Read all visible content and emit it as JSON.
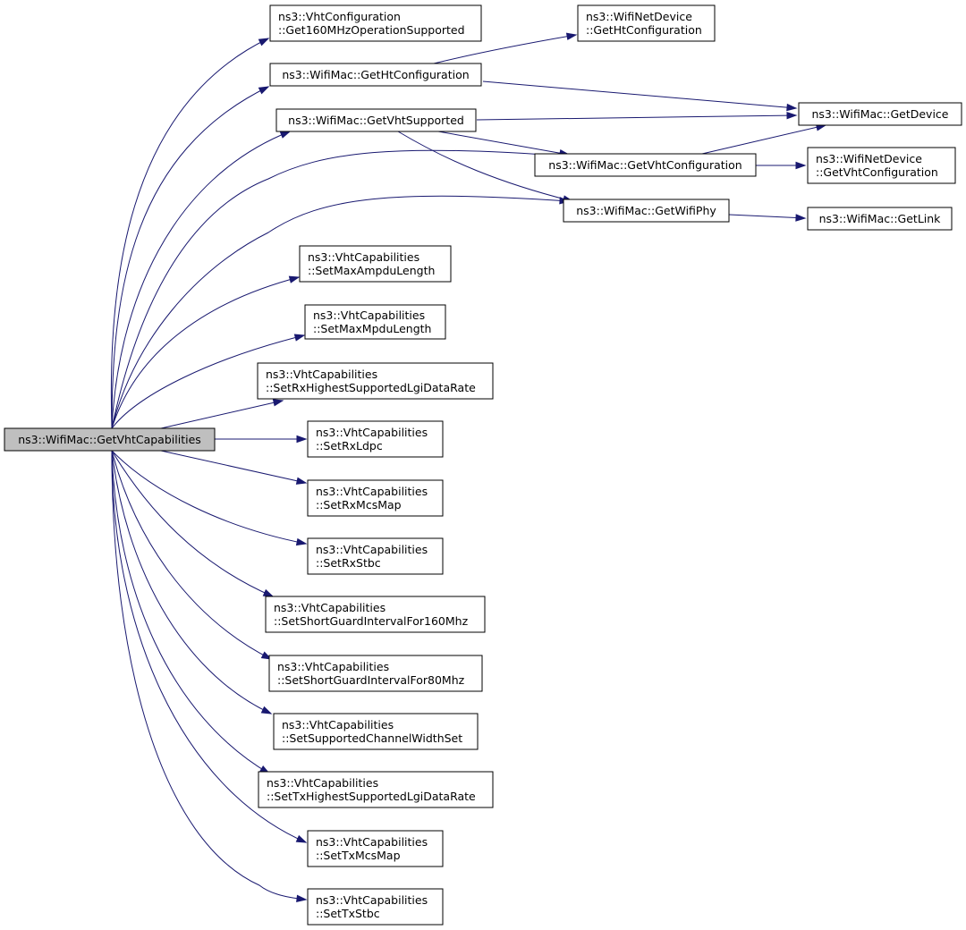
{
  "graph": {
    "root": "ns3::WifiMac::GetVhtCapabilities",
    "nodes": {
      "root": {
        "lines": [
          "ns3::WifiMac::GetVhtCapabilities"
        ]
      },
      "vhtcfg160": {
        "lines": [
          "ns3::VhtConfiguration",
          "::Get160MHzOperationSupported"
        ]
      },
      "getHtConf": {
        "lines": [
          "ns3::WifiMac::GetHtConfiguration"
        ]
      },
      "getVhtSup": {
        "lines": [
          "ns3::WifiMac::GetVhtSupported"
        ]
      },
      "getVhtConf": {
        "lines": [
          "ns3::WifiMac::GetVhtConfiguration"
        ]
      },
      "getWifiPhy": {
        "lines": [
          "ns3::WifiMac::GetWifiPhy"
        ]
      },
      "netdevHt": {
        "lines": [
          "ns3::WifiNetDevice",
          "::GetHtConfiguration"
        ]
      },
      "getDevice": {
        "lines": [
          "ns3::WifiMac::GetDevice"
        ]
      },
      "netdevVht": {
        "lines": [
          "ns3::WifiNetDevice",
          "::GetVhtConfiguration"
        ]
      },
      "getLink": {
        "lines": [
          "ns3::WifiMac::GetLink"
        ]
      },
      "setMaxAmpdu": {
        "lines": [
          "ns3::VhtCapabilities",
          "::SetMaxAmpduLength"
        ]
      },
      "setMaxMpdu": {
        "lines": [
          "ns3::VhtCapabilities",
          "::SetMaxMpduLength"
        ]
      },
      "setRxHigh": {
        "lines": [
          "ns3::VhtCapabilities",
          "::SetRxHighestSupportedLgiDataRate"
        ]
      },
      "setRxLdpc": {
        "lines": [
          "ns3::VhtCapabilities",
          "::SetRxLdpc"
        ]
      },
      "setRxMcs": {
        "lines": [
          "ns3::VhtCapabilities",
          "::SetRxMcsMap"
        ]
      },
      "setRxStbc": {
        "lines": [
          "ns3::VhtCapabilities",
          "::SetRxStbc"
        ]
      },
      "setSgi160": {
        "lines": [
          "ns3::VhtCapabilities",
          "::SetShortGuardIntervalFor160Mhz"
        ]
      },
      "setSgi80": {
        "lines": [
          "ns3::VhtCapabilities",
          "::SetShortGuardIntervalFor80Mhz"
        ]
      },
      "setChanWidth": {
        "lines": [
          "ns3::VhtCapabilities",
          "::SetSupportedChannelWidthSet"
        ]
      },
      "setTxHigh": {
        "lines": [
          "ns3::VhtCapabilities",
          "::SetTxHighestSupportedLgiDataRate"
        ]
      },
      "setTxMcs": {
        "lines": [
          "ns3::VhtCapabilities",
          "::SetTxMcsMap"
        ]
      },
      "setTxStbc": {
        "lines": [
          "ns3::VhtCapabilities",
          "::SetTxStbc"
        ]
      }
    },
    "edges": [
      [
        "root",
        "vhtcfg160"
      ],
      [
        "root",
        "getHtConf"
      ],
      [
        "root",
        "getVhtSup"
      ],
      [
        "root",
        "getVhtConf"
      ],
      [
        "root",
        "getWifiPhy"
      ],
      [
        "root",
        "setMaxAmpdu"
      ],
      [
        "root",
        "setMaxMpdu"
      ],
      [
        "root",
        "setRxHigh"
      ],
      [
        "root",
        "setRxLdpc"
      ],
      [
        "root",
        "setRxMcs"
      ],
      [
        "root",
        "setRxStbc"
      ],
      [
        "root",
        "setSgi160"
      ],
      [
        "root",
        "setSgi80"
      ],
      [
        "root",
        "setChanWidth"
      ],
      [
        "root",
        "setTxHigh"
      ],
      [
        "root",
        "setTxMcs"
      ],
      [
        "root",
        "setTxStbc"
      ],
      [
        "getHtConf",
        "netdevHt"
      ],
      [
        "getHtConf",
        "getDevice"
      ],
      [
        "getVhtSup",
        "getDevice"
      ],
      [
        "getVhtSup",
        "getVhtConf"
      ],
      [
        "getVhtSup",
        "getWifiPhy"
      ],
      [
        "getVhtConf",
        "getDevice"
      ],
      [
        "getVhtConf",
        "netdevVht"
      ],
      [
        "getWifiPhy",
        "getLink"
      ]
    ],
    "colors": {
      "edge": "#191970",
      "root_fill": "#bfbfbf",
      "node_fill": "#ffffff",
      "node_stroke": "#000000"
    }
  }
}
